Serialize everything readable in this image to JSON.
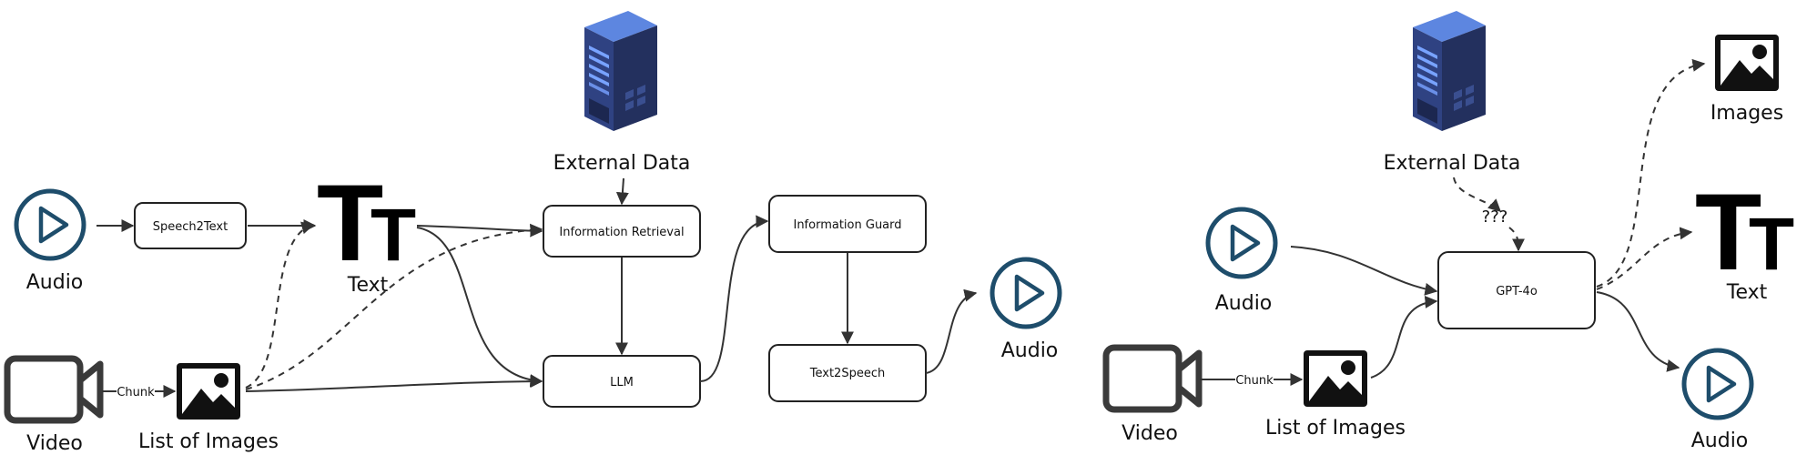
{
  "diagrams": [
    {
      "external_data_label": "External Data",
      "audio_in_label": "Audio",
      "speech2text_label": "Speech2Text",
      "text_label": "Text",
      "video_label": "Video",
      "chunk_label": "Chunk",
      "images_label": "List of Images",
      "info_retrieval_label": "Information Retrieval",
      "llm_label": "LLM",
      "info_guard_label": "Information Guard",
      "text2speech_label": "Text2Speech",
      "audio_out_label": "Audio"
    },
    {
      "external_data_label": "External Data",
      "uncertain_label": "???",
      "audio_in_label": "Audio",
      "video_label": "Video",
      "chunk_label": "Chunk",
      "images_label": "List of Images",
      "model_label": "GPT-4o",
      "images_out_label": "Images",
      "text_out_label": "Text",
      "audio_out_label": "Audio"
    }
  ],
  "text_glyph": "T",
  "colors": {
    "play_icon": "#1e4d6b",
    "server_dark": "#23305e",
    "server_mid": "#2f4282",
    "server_light": "#5d86e0",
    "line": "#333333",
    "box_border": "#222222"
  }
}
